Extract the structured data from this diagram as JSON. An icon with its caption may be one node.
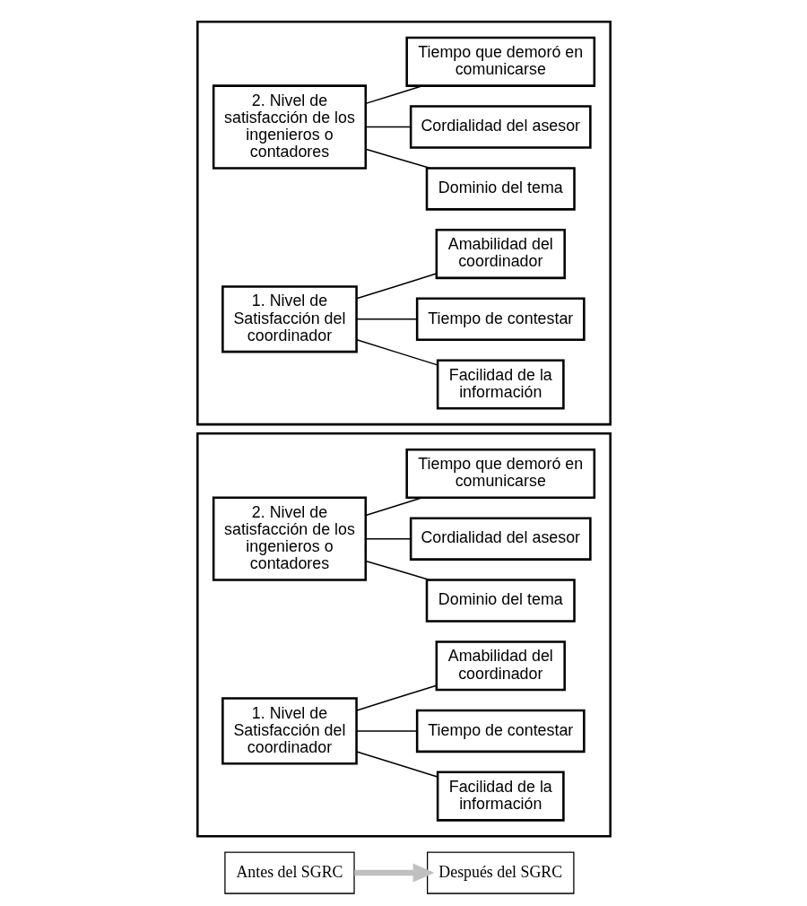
{
  "diagram": {
    "nodes": [
      {
        "text": [
          "Antes del SGRC"
        ]
      },
      {
        "text": [
          "Después del SGRC"
        ]
      },
      {
        "text": [],
        "shape": "box"
      },
      {
        "text": [
          "1. Nivel de Satisfacción del coordinador"
        ],
        "in": 2
      },
      {
        "text": [
          "Amabilidad del coordinador"
        ],
        "in": 2
      },
      {
        "text": [
          "Tiempo de contestar"
        ],
        "in": 2
      },
      {
        "text": [
          "Facilidad de la información"
        ],
        "in": 2
      },
      {
        "text": [
          "2. Nivel de satisfacción de los ingenieros o contadores"
        ],
        "in": 2
      },
      {
        "text": [
          "Tiempo que demoró en comunicarse"
        ],
        "in": 2
      },
      {
        "text": [
          "Cordialidad del asesor"
        ],
        "in": 2
      },
      {
        "text": [
          "Dominio del tema"
        ],
        "in": 2
      },
      {
        "text": [],
        "shape": "box"
      },
      {
        "text": [
          "1. Nivel de Satisfacción del coordinador"
        ],
        "in": 11
      },
      {
        "text": [
          "Amabilidad del coordinador"
        ],
        "in": 11
      },
      {
        "text": [
          "Tiempo de contestar"
        ],
        "in": 11
      },
      {
        "text": [
          "Facilidad de la información"
        ],
        "in": 11
      },
      {
        "text": [
          "2. Nivel de satisfacción de los ingenieros o contadores"
        ],
        "in": 11
      },
      {
        "text": [
          "Tiempo que demoró en comunicarse"
        ],
        "in": 11
      },
      {
        "text": [
          "Cordialidad del asesor"
        ],
        "in": 11
      },
      {
        "text": [
          "Dominio del tema"
        ],
        "in": 11
      }
    ],
    "edges": [
      {
        "from": 0,
        "to": 1,
        "arrow": "to",
        "style": "thick",
        "color": "#c0c0c0"
      },
      {
        "from": 3,
        "to": 4,
        "arrow": "none"
      },
      {
        "from": 3,
        "to": 5,
        "arrow": "none"
      },
      {
        "from": 3,
        "to": 6,
        "arrow": "none"
      },
      {
        "from": 7,
        "to": 8,
        "arrow": "none"
      },
      {
        "from": 7,
        "to": 9,
        "arrow": "none"
      },
      {
        "from": 7,
        "to": 10,
        "arrow": "none"
      },
      {
        "from": 12,
        "to": 13,
        "arrow": "none"
      },
      {
        "from": 12,
        "to": 14,
        "arrow": "none"
      },
      {
        "from": 12,
        "to": 15,
        "arrow": "none"
      },
      {
        "from": 16,
        "to": 17,
        "arrow": "none"
      },
      {
        "from": 16,
        "to": 18,
        "arrow": "none"
      },
      {
        "from": 16,
        "to": 19,
        "arrow": "none"
      }
    ]
  }
}
